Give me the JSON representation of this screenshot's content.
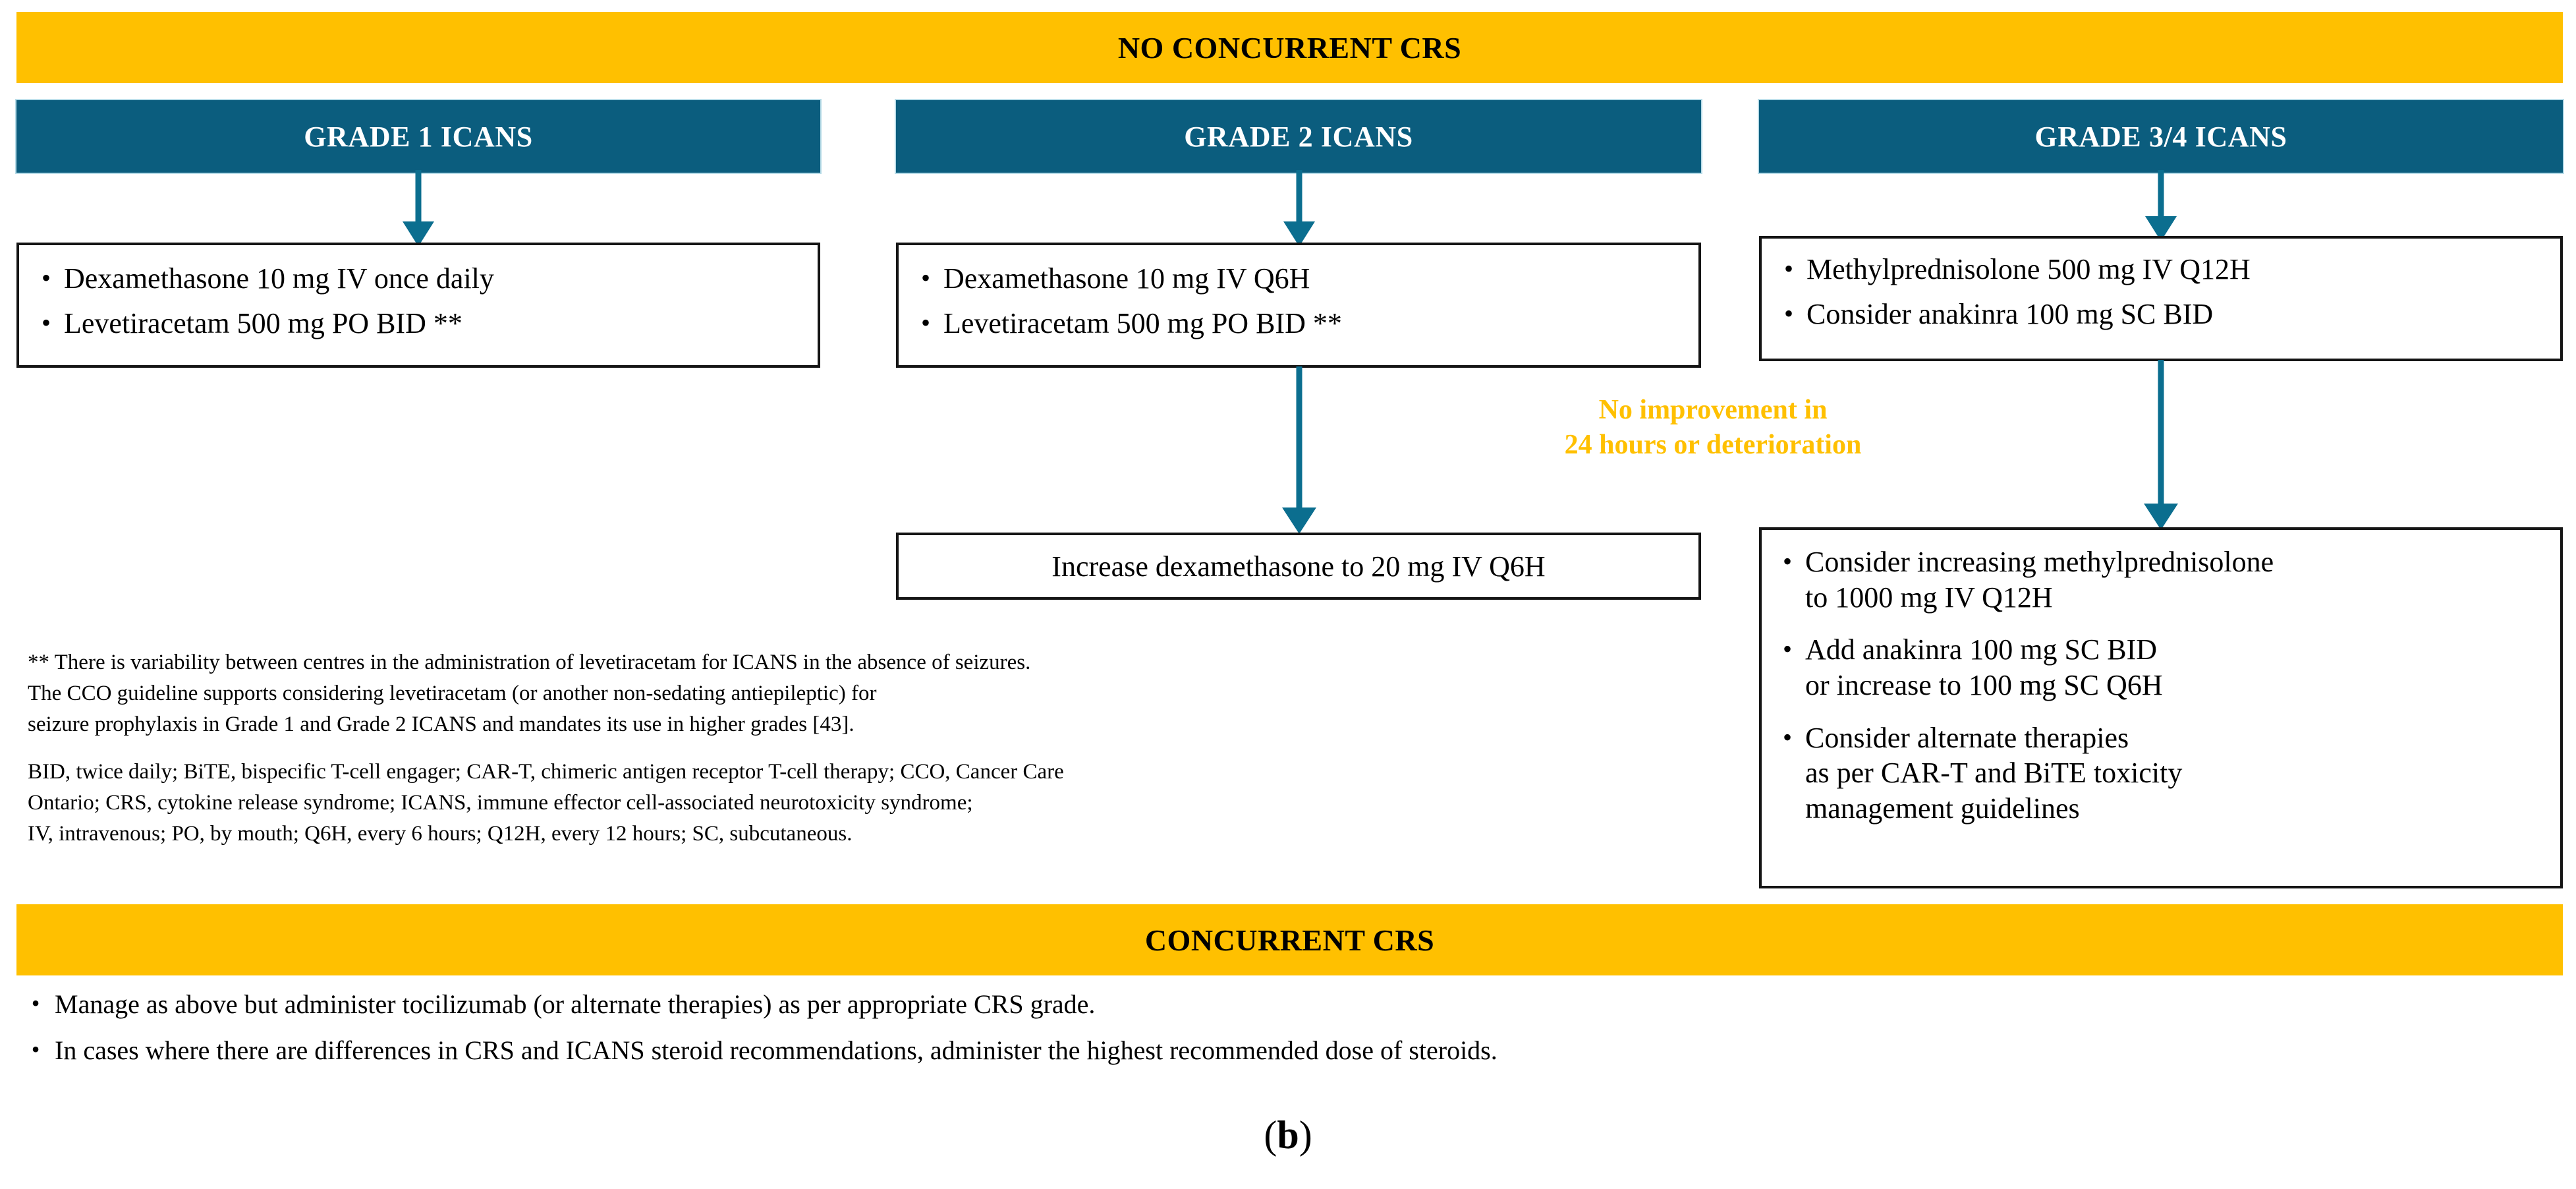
{
  "colors": {
    "banner_yellow": "#FFC000",
    "header_blue": "#0B5D7E",
    "arrow_blue": "#0B6E8F",
    "note_yellow": "#FFC000",
    "box_border": "#151515",
    "text_black": "#000000"
  },
  "banners": {
    "top": "NO CONCURRENT CRS",
    "bottom": "CONCURRENT CRS"
  },
  "columns": [
    {
      "id": "grade-1",
      "header": "GRADE 1 ICANS",
      "box_items": [
        "Dexamethasone 10 mg IV once daily",
        "Levetiracetam 500 mg PO BID **"
      ]
    },
    {
      "id": "grade-2",
      "header": "GRADE 2 ICANS",
      "box_items": [
        "Dexamethasone 10 mg IV Q6H",
        "Levetiracetam 500 mg PO BID **"
      ],
      "escalation_text": "Increase dexamethasone to 20 mg  IV Q6H"
    },
    {
      "id": "grade-3-4",
      "header": "GRADE 3/4 ICANS",
      "box_items": [
        "Methylprednisolone 500 mg IV Q12H",
        "Consider anakinra 100 mg SC BID"
      ],
      "escalation_items": [
        "Consider increasing methylprednisolone\nto 1000 mg IV Q12H",
        "Add anakinra 100 mg SC BID\nor increase to 100 mg SC Q6H",
        "Consider alternate therapies\nas per CAR-T and BiTE toxicity\nmanagement guidelines"
      ]
    }
  ],
  "no_improvement_note": "No improvement in\n24 hours or deterioration",
  "footnotes": {
    "levetiracetam": "** There is variability between centres in the administration  of levetiracetam  for ICANS in the absence of seizures.\nThe CCO  guideline supports considering  levetiracetam  (or another non-sedating  antiepileptic)  for\nseizure prophylaxis in Grade 1 and Grade 2 ICANS and mandates its use in higher grades [43].",
    "abbreviations": "BID, twice daily; BiTE, bispecific T-cell engager; CAR-T, chimeric antigen receptor T-cell therapy; CCO,  Cancer Care\nOntario; CRS, cytokine release syndrome; ICANS, immune effector cell-associated  neurotoxicity syndrome;\nIV, intravenous; PO, by mouth; Q6H, every 6 hours; Q12H, every 12 hours; SC, subcutaneous."
  },
  "concurrent_crs_bullets": [
    "Manage as above but administer tocilizumab (or alternate therapies) as per appropriate CRS grade.",
    "In cases where there are differences in CRS and ICANS steroid recommendations, administer the highest recommended dose of steroids."
  ],
  "figure_label": {
    "open": "(",
    "letter": "b",
    "close": ")"
  },
  "bullet_glyph": "•"
}
